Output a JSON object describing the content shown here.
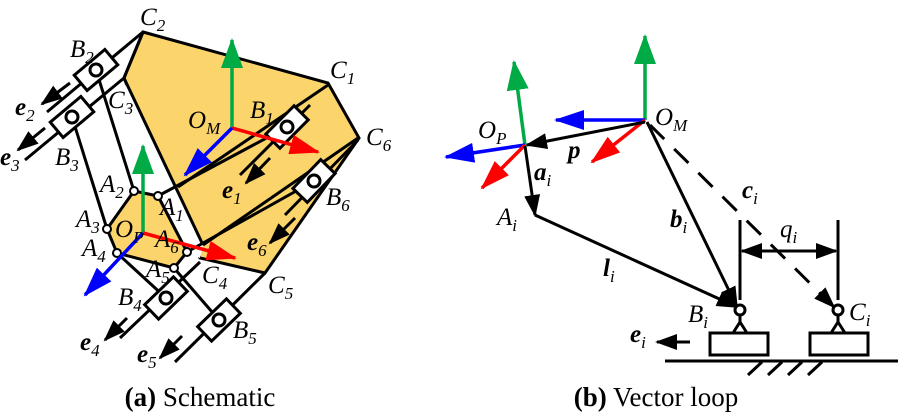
{
  "colors": {
    "platform_fill": "#FBD46C",
    "x_axis": "#FF0000",
    "y_axis": "#00AA44",
    "z_axis": "#0000FF",
    "line": "#000000"
  },
  "panel_a": {
    "caption_tag": "(a)",
    "caption_text": " Schematic",
    "labels": {
      "C1": {
        "main": "C",
        "sub": "1"
      },
      "C2": {
        "main": "C",
        "sub": "2"
      },
      "C3": {
        "main": "C",
        "sub": "3"
      },
      "C4": {
        "main": "C",
        "sub": "4"
      },
      "C5": {
        "main": "C",
        "sub": "5"
      },
      "C6": {
        "main": "C",
        "sub": "6"
      },
      "B1": {
        "main": "B",
        "sub": "1"
      },
      "B2": {
        "main": "B",
        "sub": "2"
      },
      "B3": {
        "main": "B",
        "sub": "3"
      },
      "B4": {
        "main": "B",
        "sub": "4"
      },
      "B5": {
        "main": "B",
        "sub": "5"
      },
      "B6": {
        "main": "B",
        "sub": "6"
      },
      "A1": {
        "main": "A",
        "sub": "1"
      },
      "A2": {
        "main": "A",
        "sub": "2"
      },
      "A3": {
        "main": "A",
        "sub": "3"
      },
      "A4": {
        "main": "A",
        "sub": "4"
      },
      "A5": {
        "main": "A",
        "sub": "5"
      },
      "A6": {
        "main": "A",
        "sub": "6"
      },
      "e1": {
        "main": "e",
        "sub": "1"
      },
      "e2": {
        "main": "e",
        "sub": "2"
      },
      "e3": {
        "main": "e",
        "sub": "3"
      },
      "e4": {
        "main": "e",
        "sub": "4"
      },
      "e5": {
        "main": "e",
        "sub": "5"
      },
      "e6": {
        "main": "e",
        "sub": "6"
      },
      "OM": {
        "main": "O",
        "sub": "M"
      },
      "OP": {
        "main": "O",
        "sub": "P"
      }
    }
  },
  "panel_b": {
    "caption_tag": "(b)",
    "caption_text": " Vector loop",
    "labels": {
      "OM": {
        "main": "O",
        "sub": "M"
      },
      "OP": {
        "main": "O",
        "sub": "P"
      },
      "p": {
        "main": "p",
        "sub": ""
      },
      "ai": {
        "main": "a",
        "sub": "i"
      },
      "Ai": {
        "main": "A",
        "sub": "i"
      },
      "bi": {
        "main": "b",
        "sub": "i"
      },
      "ci": {
        "main": "c",
        "sub": "i"
      },
      "qi": {
        "main": "q",
        "sub": "i"
      },
      "li": {
        "main": "l",
        "sub": "i"
      },
      "Bi": {
        "main": "B",
        "sub": "i"
      },
      "Ci": {
        "main": "C",
        "sub": "i"
      },
      "ei": {
        "main": "e",
        "sub": "i"
      }
    }
  }
}
